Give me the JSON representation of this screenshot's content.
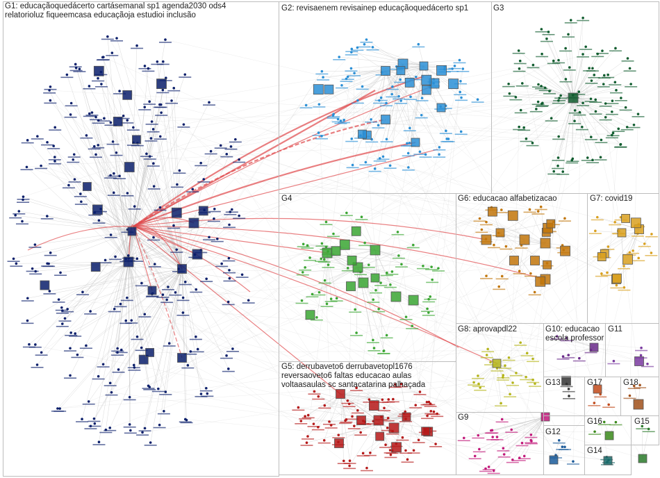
{
  "groups": [
    {
      "id": "G1",
      "label": "G1: educaçãoquedácerto cartásemanal sp1 agenda2030 ods4\nrelatorioluz fiqueemcasa educaçãoja estudioi inclusão",
      "color": "#0b1f6b"
    },
    {
      "id": "G2",
      "label": "G2: revisaenem revisainep educaçãoquedácerto sp1",
      "color": "#2a8fd6"
    },
    {
      "id": "G3",
      "label": "G3",
      "color": "#0f5c2e"
    },
    {
      "id": "G4",
      "label": "G4",
      "color": "#3aa632"
    },
    {
      "id": "G5",
      "label": "G5: derrubaveto6 derrubavetopl1676\nreversaoveto6 faltas educacao aulas\nvoltaasaulas sc santacatarina palhaçada",
      "color": "#b51818"
    },
    {
      "id": "G6",
      "label": "G6: educacao alfabetizacao",
      "color": "#c2760a"
    },
    {
      "id": "G7",
      "label": "G7: covid19",
      "color": "#d9a01e"
    },
    {
      "id": "G8",
      "label": "G8: aprovapdl22",
      "color": "#b5b51a"
    },
    {
      "id": "G9",
      "label": "G9",
      "color": "#c2187a"
    },
    {
      "id": "G10",
      "label": "G10: educacao\nescola professor",
      "color": "#6a2a8a"
    },
    {
      "id": "G11",
      "label": "G11",
      "color": "#7a3aa0"
    },
    {
      "id": "G12",
      "label": "G12",
      "color": "#1a5a9a"
    },
    {
      "id": "G13",
      "label": "G13",
      "color": "#333333"
    },
    {
      "id": "G14",
      "label": "G14",
      "color": "#1a6a6a"
    },
    {
      "id": "G15",
      "label": "G15",
      "color": "#2a7a2a"
    },
    {
      "id": "G16",
      "label": "G16",
      "color": "#3a8a1a"
    },
    {
      "id": "G17",
      "label": "G17",
      "color": "#c24a1a"
    },
    {
      "id": "G18",
      "label": "G18",
      "color": "#a0501a"
    }
  ],
  "colors": {
    "edge": "#b9b9b9",
    "highlight_edge": "#e0474a",
    "box_border": "#bdbdbd"
  }
}
